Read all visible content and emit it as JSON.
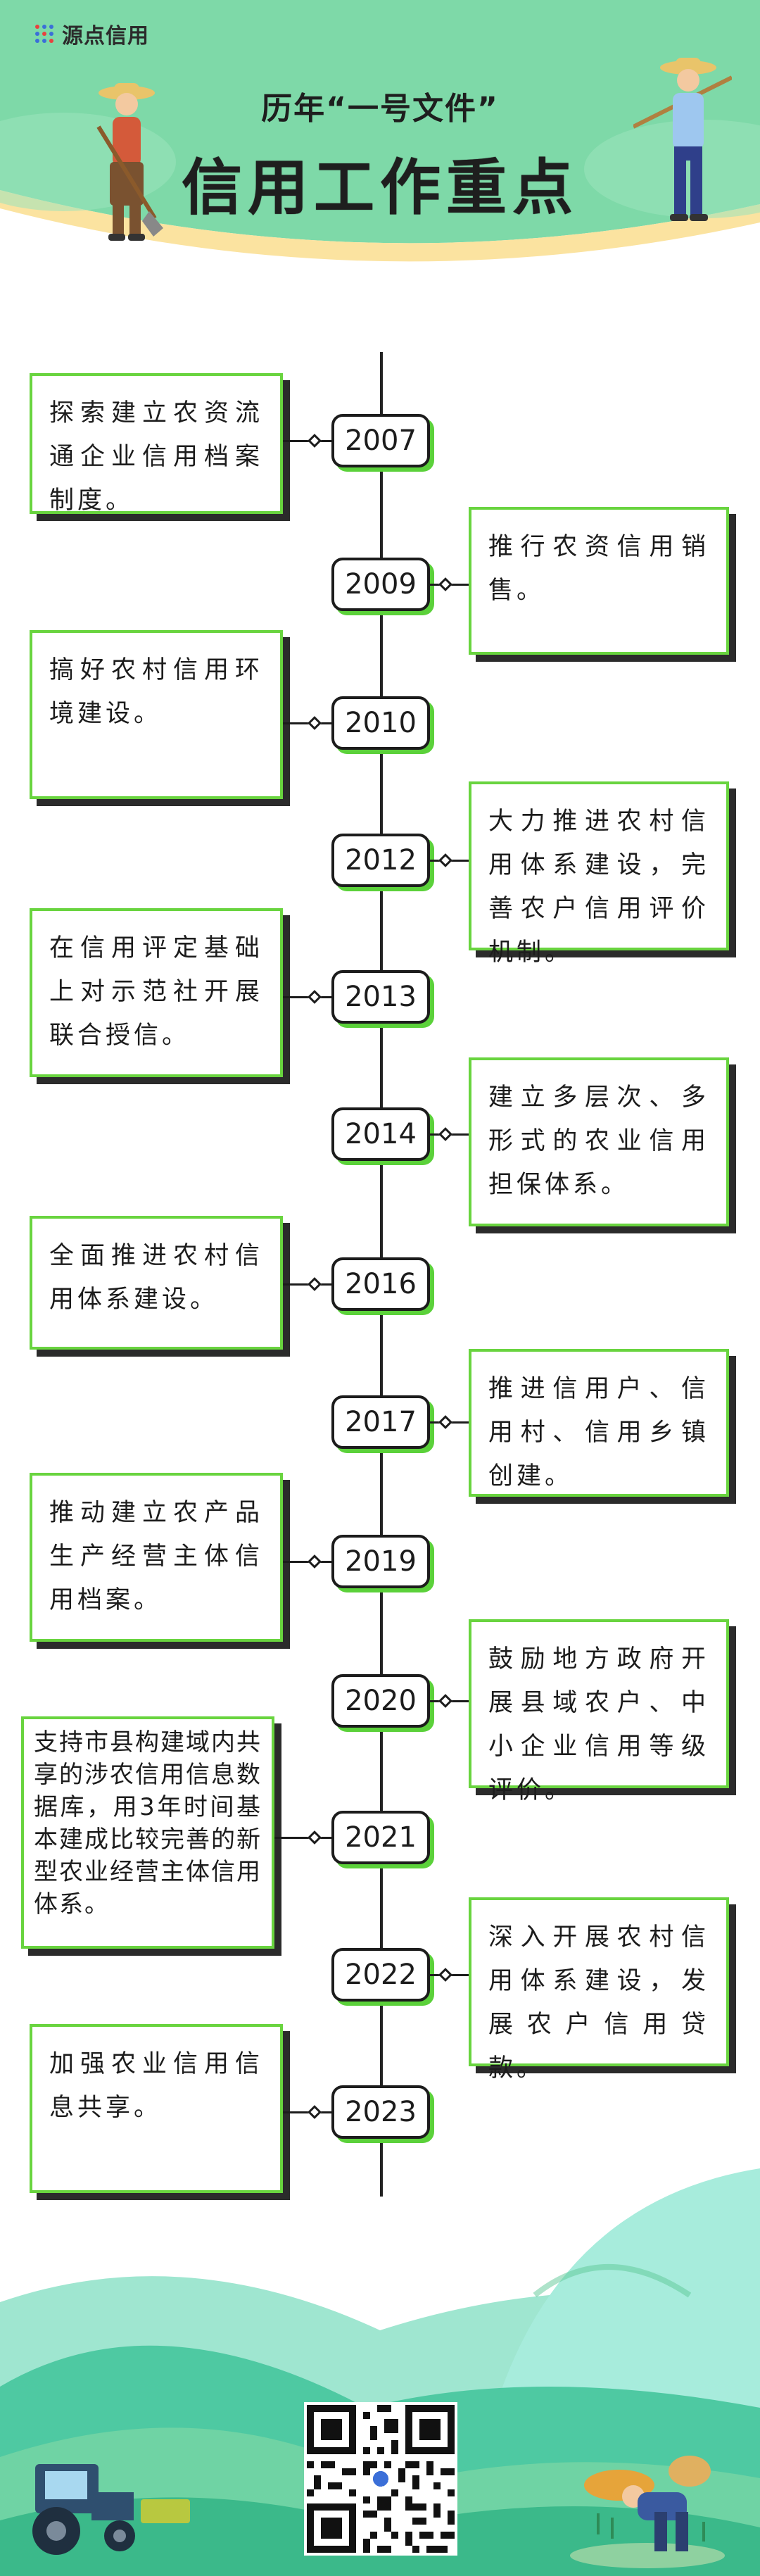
{
  "brand": {
    "logo_text": "源点信用",
    "logo_icon": "dots-grid-icon"
  },
  "header": {
    "subtitle": "历年“一号文件”",
    "title": "信用工作重点"
  },
  "colors": {
    "green_bg": "#7ed9a8",
    "accent_green": "#5bd13a",
    "card_border": "#69d43f",
    "ribbon_yellow": "#fbe3a0"
  },
  "timeline": [
    {
      "year": "2007",
      "text": "探索建立农资流通企业信用档案制度。",
      "side": "left"
    },
    {
      "year": "2009",
      "text": "推行农资信用销售。",
      "side": "right"
    },
    {
      "year": "2010",
      "text": "搞好农村信用环境建设。",
      "side": "left"
    },
    {
      "year": "2012",
      "text": "大力推进农村信用体系建设，完善农户信用评价机制。",
      "side": "right"
    },
    {
      "year": "2013",
      "text": "在信用评定基础上对示范社开展联合授信。",
      "side": "left"
    },
    {
      "year": "2014",
      "text": "建立多层次、多形式的农业信用担保体系。",
      "side": "right"
    },
    {
      "year": "2016",
      "text": "全面推进农村信用体系建设。",
      "side": "left"
    },
    {
      "year": "2017",
      "text": "推进信用户、信用村、信用乡镇创建。",
      "side": "right"
    },
    {
      "year": "2019",
      "text": "推动建立农产品生产经营主体信用档案。",
      "side": "left"
    },
    {
      "year": "2020",
      "text": "鼓励地方政府开展县域农户、中小企业信用等级评价。",
      "side": "right"
    },
    {
      "year": "2021",
      "text": "支持市县构建域内共享的涉农信用信息数据库，用3年时间基本建成比较完善的新型农业经营主体信用体系。",
      "side": "left"
    },
    {
      "year": "2022",
      "text": "深入开展农村信用体系建设，发展农户信用贷款。",
      "side": "right"
    },
    {
      "year": "2023",
      "text": "加强农业信用信息共享。",
      "side": "left"
    }
  ],
  "footer": {
    "qr_icon": "qr-code-icon",
    "tractor_icon": "tractor-icon",
    "farmer_icon": "farmer-planting-icon"
  }
}
